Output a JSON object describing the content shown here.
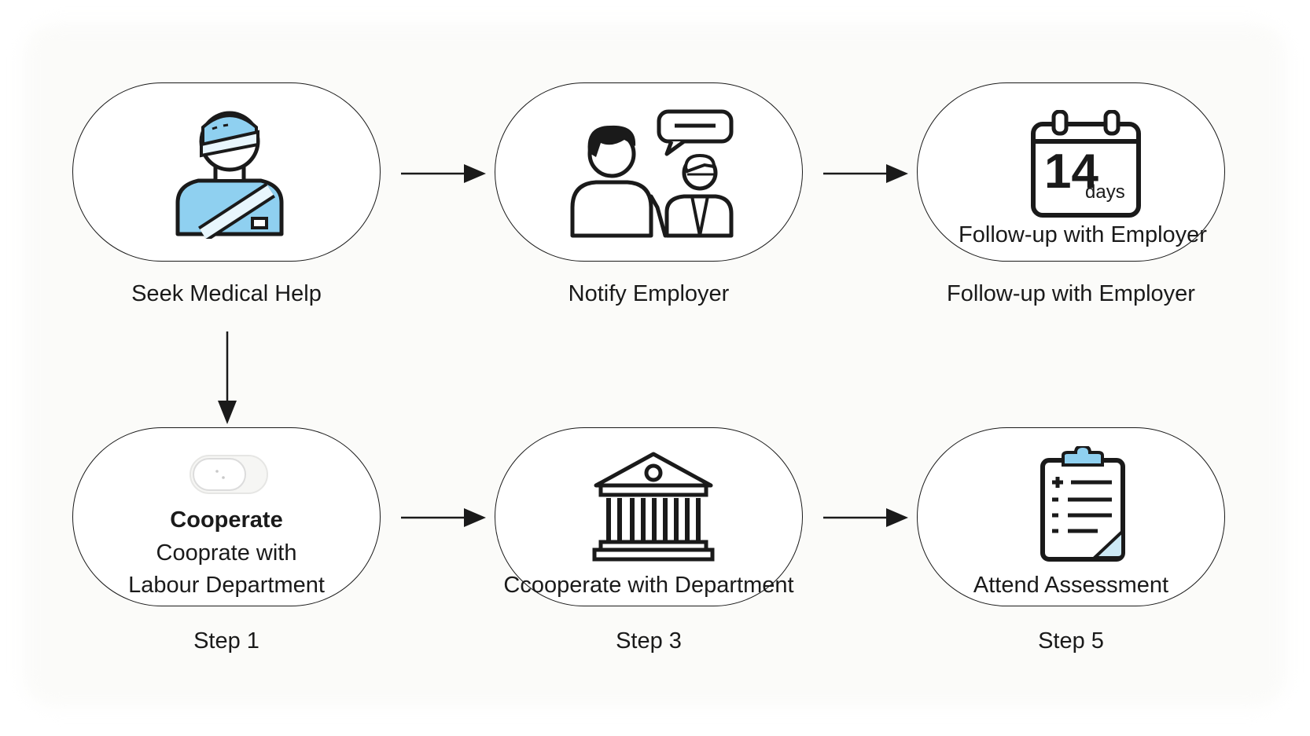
{
  "nodes": {
    "seek": {
      "label": "Seek Medical Help",
      "icon": "injured-person-icon"
    },
    "notify": {
      "label": "Notify Employer",
      "icon": "conversation-icon"
    },
    "followup": {
      "label": "Follow-up with Employer",
      "inner": "Follow-up with Employer",
      "calendar_number": "14",
      "calendar_unit": "days",
      "icon": "calendar-icon"
    },
    "labour": {
      "title": "Cooperate",
      "line1": "Cooprate with",
      "line2": "Labour Department",
      "caption": "Step 1",
      "icon": "toggle-icon"
    },
    "department": {
      "inner": "Ccooperate with Department",
      "caption": "Step 3",
      "icon": "government-building-icon"
    },
    "assessment": {
      "inner": "Attend Assessment",
      "caption": "Step 5",
      "icon": "clipboard-icon"
    }
  },
  "colors": {
    "accent": "#8fd0f0",
    "stroke": "#1a1a1a"
  }
}
